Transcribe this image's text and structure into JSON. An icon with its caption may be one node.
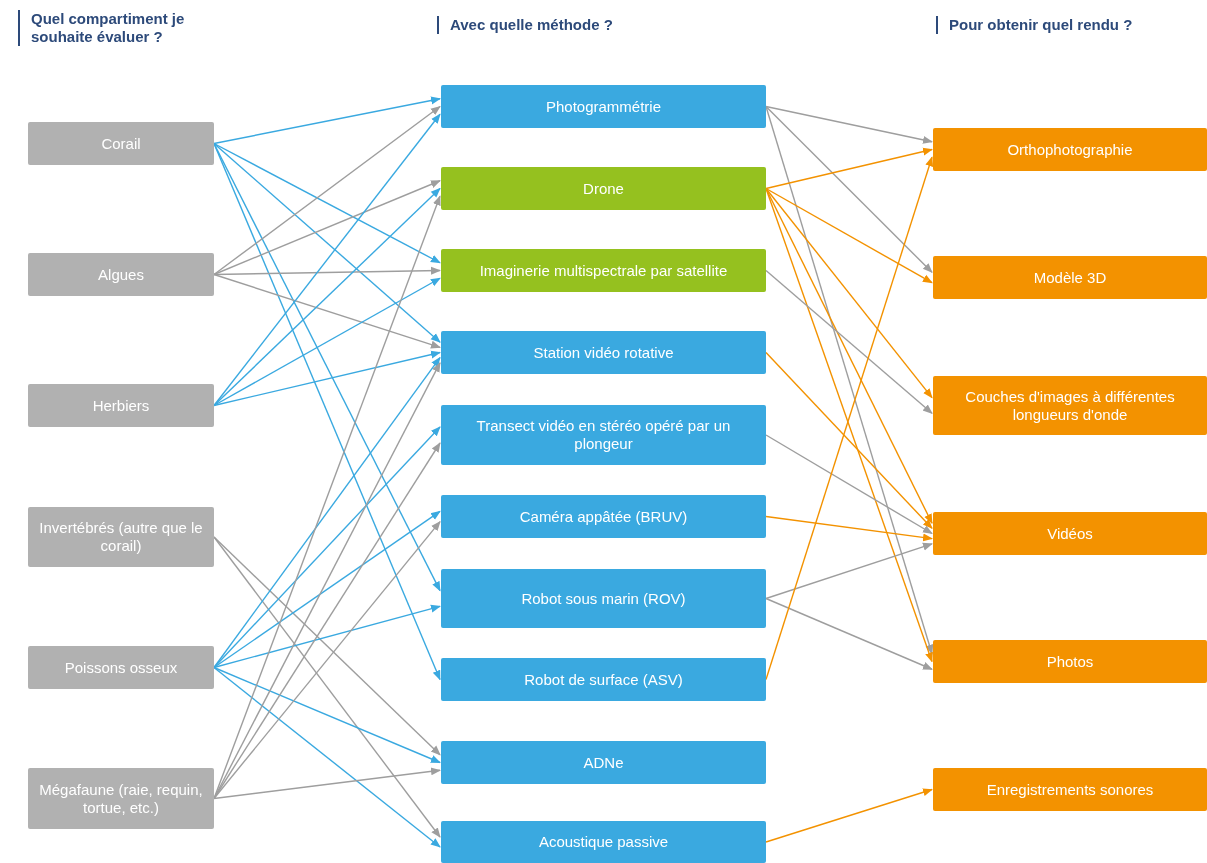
{
  "diagram": {
    "nodes": [
      {
        "text": [
          "Corail"
        ]
      },
      {
        "text": [
          "Algues"
        ]
      },
      {
        "text": [
          "Herbiers"
        ]
      },
      {
        "text": [
          "Invertébrés (autre que le corail)"
        ]
      },
      {
        "text": [
          "Poissons osseux"
        ]
      },
      {
        "text": [
          "Mégafaune (raie, requin, tortue, etc.)"
        ]
      },
      {
        "text": [
          "Photogrammétrie"
        ]
      },
      {
        "text": [
          "Drone"
        ]
      },
      {
        "text": [
          "Imaginerie multispectrale par satellite"
        ]
      },
      {
        "text": [
          "Station vidéo rotative"
        ]
      },
      {
        "text": [
          "Transect vidéo en stéréo opéré par un plongeur"
        ]
      },
      {
        "text": [
          "Caméra appâtée (BRUV)"
        ]
      },
      {
        "text": [
          "Robot sous marin (ROV)"
        ]
      },
      {
        "text": [
          "Robot de surface (ASV)"
        ]
      },
      {
        "text": [
          "ADNe"
        ]
      },
      {
        "text": [
          "Acoustique passive"
        ]
      },
      {
        "text": [
          "Orthophotographie"
        ]
      },
      {
        "text": [
          "Modèle 3D"
        ]
      },
      {
        "text": [
          "Couches d'images à différentes longueurs d'onde"
        ]
      },
      {
        "text": [
          "Vidéos"
        ]
      },
      {
        "text": [
          "Photos"
        ]
      },
      {
        "text": [
          "Enregistrements sonores"
        ]
      }
    ],
    "edges": [
      {
        "from": 0,
        "to": 6,
        "arrow": "to",
        "color": "#3aa9e0"
      },
      {
        "from": 0,
        "to": 8,
        "arrow": "to",
        "color": "#3aa9e0"
      },
      {
        "from": 0,
        "to": 9,
        "arrow": "to",
        "color": "#3aa9e0"
      },
      {
        "from": 0,
        "to": 12,
        "arrow": "to",
        "color": "#3aa9e0"
      },
      {
        "from": 0,
        "to": 13,
        "arrow": "to",
        "color": "#3aa9e0"
      },
      {
        "from": 1,
        "to": 6,
        "arrow": "to"
      },
      {
        "from": 1,
        "to": 7,
        "arrow": "to"
      },
      {
        "from": 1,
        "to": 8,
        "arrow": "to"
      },
      {
        "from": 1,
        "to": 9,
        "arrow": "to"
      },
      {
        "from": 2,
        "to": 6,
        "arrow": "to",
        "color": "#3aa9e0"
      },
      {
        "from": 2,
        "to": 7,
        "arrow": "to",
        "color": "#3aa9e0"
      },
      {
        "from": 2,
        "to": 8,
        "arrow": "to",
        "color": "#3aa9e0"
      },
      {
        "from": 2,
        "to": 9,
        "arrow": "to",
        "color": "#3aa9e0"
      },
      {
        "from": 3,
        "to": 14,
        "arrow": "to"
      },
      {
        "from": 3,
        "to": 15,
        "arrow": "to"
      },
      {
        "from": 4,
        "to": 9,
        "arrow": "to",
        "color": "#3aa9e0"
      },
      {
        "from": 4,
        "to": 10,
        "arrow": "to",
        "color": "#3aa9e0"
      },
      {
        "from": 4,
        "to": 11,
        "arrow": "to",
        "color": "#3aa9e0"
      },
      {
        "from": 4,
        "to": 12,
        "arrow": "to",
        "color": "#3aa9e0"
      },
      {
        "from": 4,
        "to": 14,
        "arrow": "to",
        "color": "#3aa9e0"
      },
      {
        "from": 4,
        "to": 15,
        "arrow": "to",
        "color": "#3aa9e0"
      },
      {
        "from": 5,
        "to": 7,
        "arrow": "to"
      },
      {
        "from": 5,
        "to": 9,
        "arrow": "to"
      },
      {
        "from": 5,
        "to": 10,
        "arrow": "to"
      },
      {
        "from": 5,
        "to": 11,
        "arrow": "to"
      },
      {
        "from": 5,
        "to": 14,
        "arrow": "to"
      },
      {
        "from": 6,
        "to": 16,
        "arrow": "to"
      },
      {
        "from": 6,
        "to": 17,
        "arrow": "to"
      },
      {
        "from": 6,
        "to": 20,
        "arrow": "to"
      },
      {
        "from": 7,
        "to": 16,
        "arrow": "to",
        "color": "#f39200"
      },
      {
        "from": 7,
        "to": 17,
        "arrow": "to",
        "color": "#f39200"
      },
      {
        "from": 7,
        "to": 18,
        "arrow": "to",
        "color": "#f39200"
      },
      {
        "from": 7,
        "to": 19,
        "arrow": "to",
        "color": "#f39200"
      },
      {
        "from": 7,
        "to": 20,
        "arrow": "to",
        "color": "#f39200"
      },
      {
        "from": 8,
        "to": 18,
        "arrow": "to"
      },
      {
        "from": 9,
        "to": 19,
        "arrow": "to",
        "color": "#f39200"
      },
      {
        "from": 10,
        "to": 19,
        "arrow": "to"
      },
      {
        "from": 11,
        "to": 19,
        "arrow": "to",
        "color": "#f39200"
      },
      {
        "from": 12,
        "to": 19,
        "arrow": "to"
      },
      {
        "from": 12,
        "to": 20,
        "arrow": "to"
      },
      {
        "from": 13,
        "to": 16,
        "arrow": "to",
        "color": "#f39200"
      },
      {
        "from": 15,
        "to": 21,
        "arrow": "to",
        "color": "#f39200"
      }
    ],
    "labels": [
      "Quel compartiment je souhaite évaluer ?",
      "Avec quelle méthode ?",
      "Pour obtenir quel rendu ?"
    ]
  }
}
